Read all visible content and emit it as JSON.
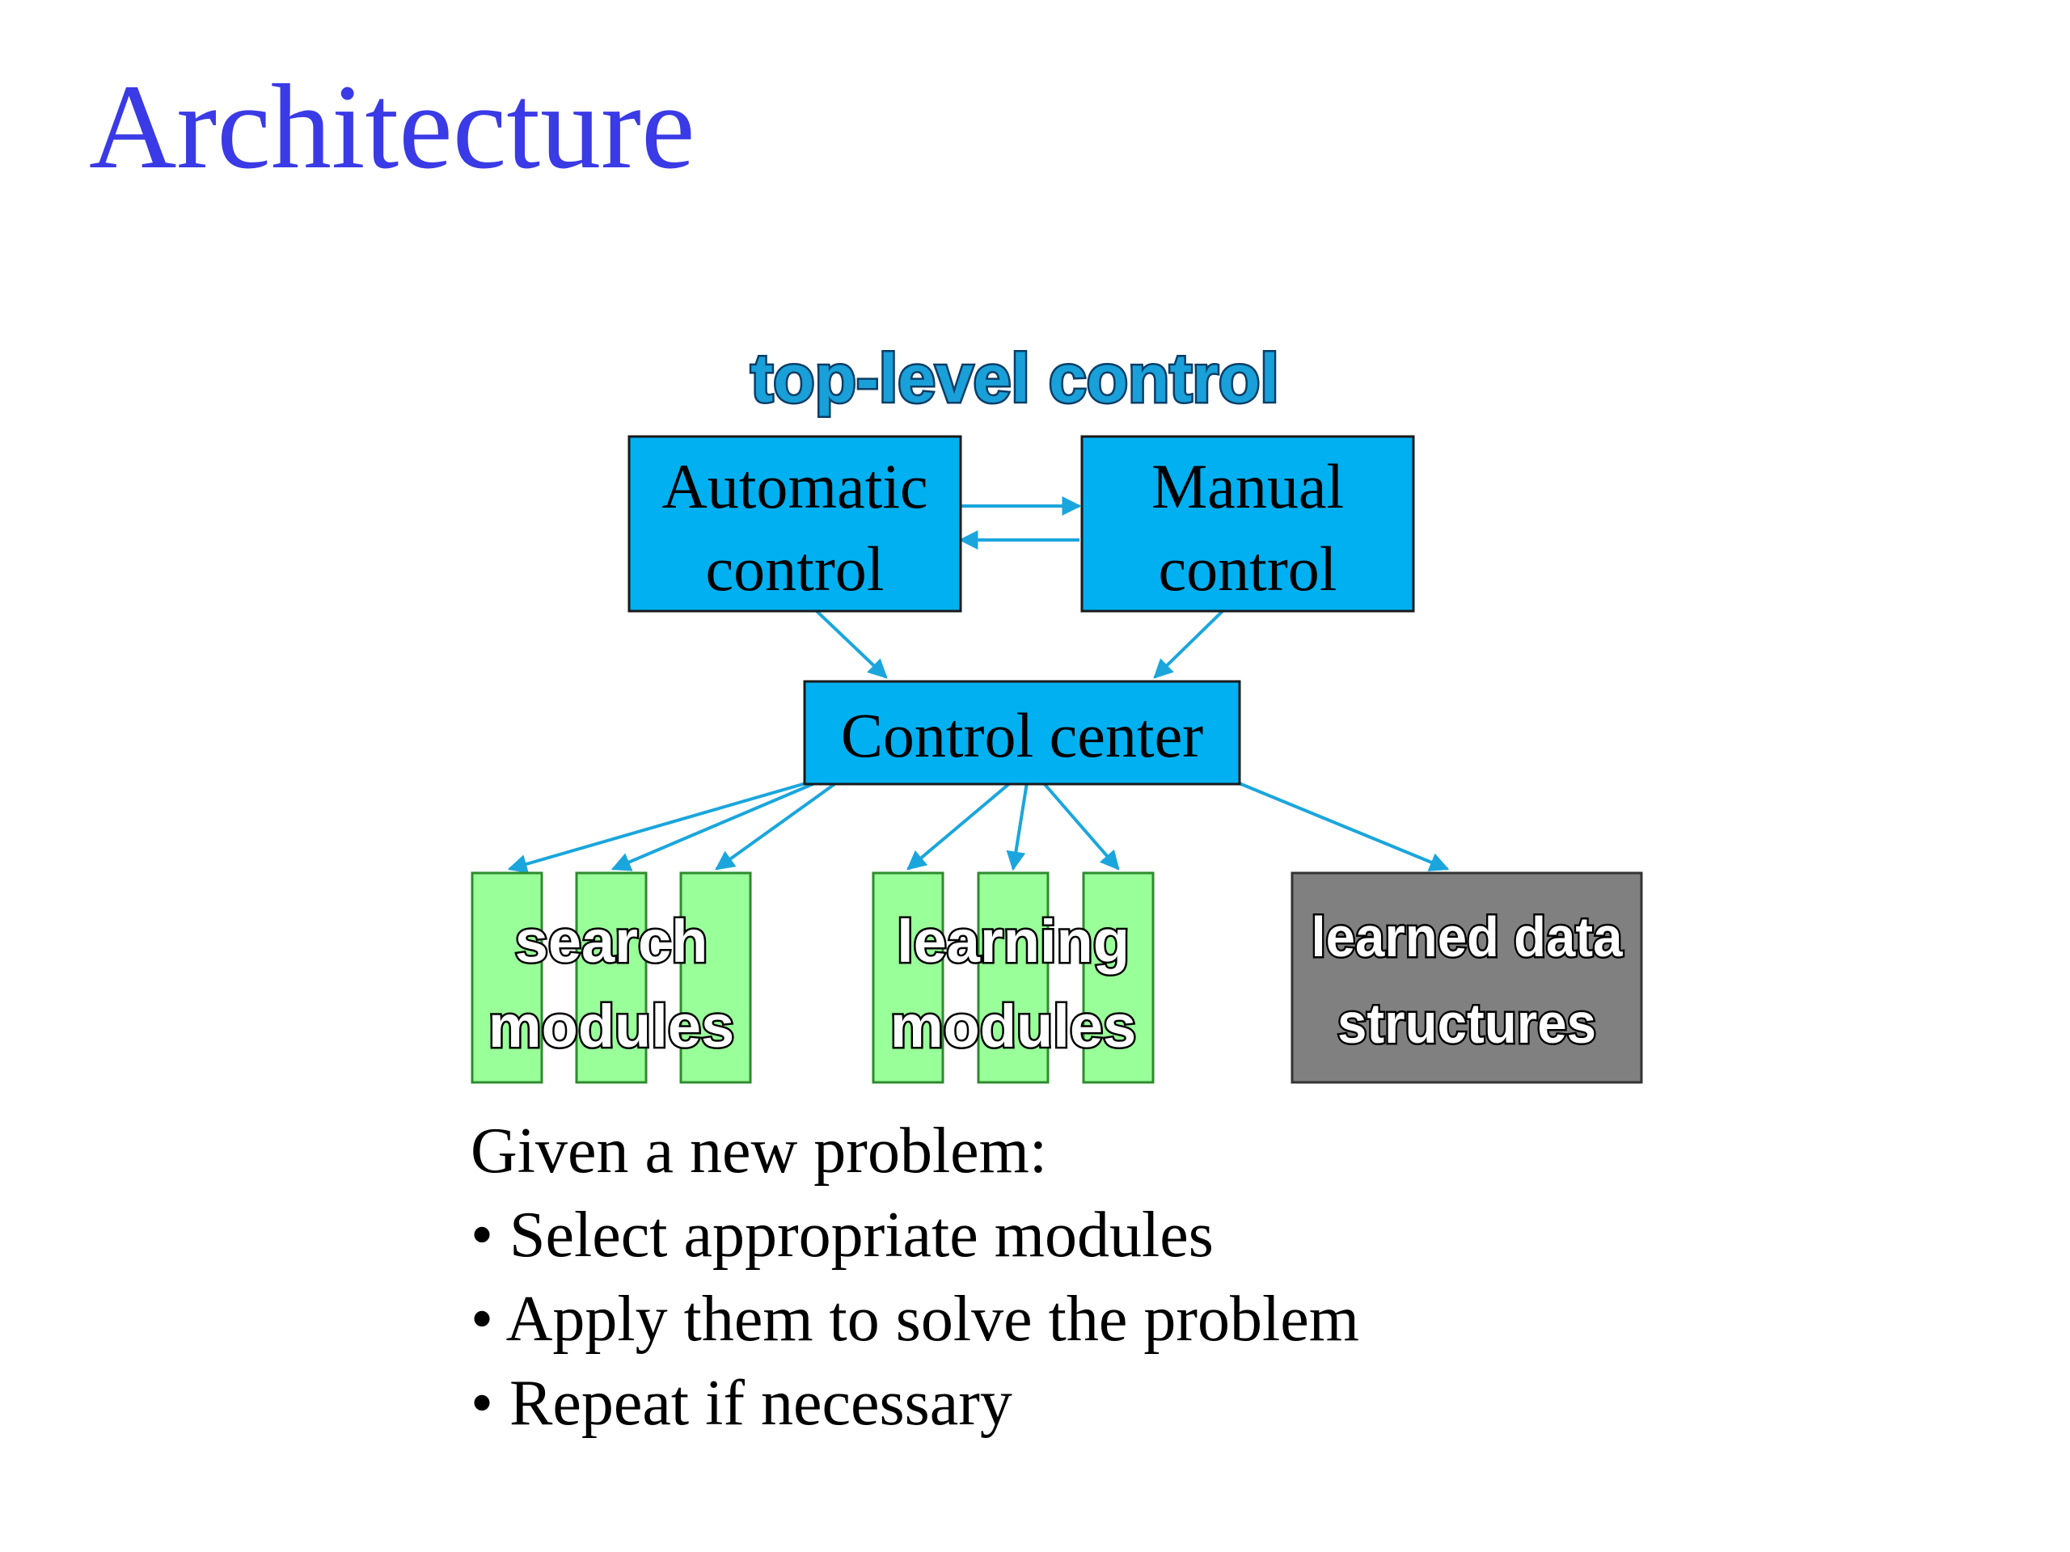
{
  "title": "Architecture",
  "diagram": {
    "header": "top-level control",
    "automatic_control": [
      "Automatic",
      "control"
    ],
    "manual_control": [
      "Manual",
      "control"
    ],
    "control_center": "Control center",
    "search_modules": [
      "search",
      "modules"
    ],
    "learning_modules": [
      "learning",
      "modules"
    ],
    "learned_data": [
      "learned data",
      "structures"
    ],
    "colors": {
      "control_fill": "#00b0f0",
      "arrow": "#1aa6dc",
      "module_fill": "#99ff99",
      "module_stroke": "#2e8b2e",
      "data_fill": "#808080",
      "header_fill": "#19a0d8"
    }
  },
  "text": {
    "intro": "Given a new problem:",
    "bullets": [
      "• Select appropriate modules",
      "• Apply them to solve the problem",
      "• Repeat if necessary"
    ]
  }
}
